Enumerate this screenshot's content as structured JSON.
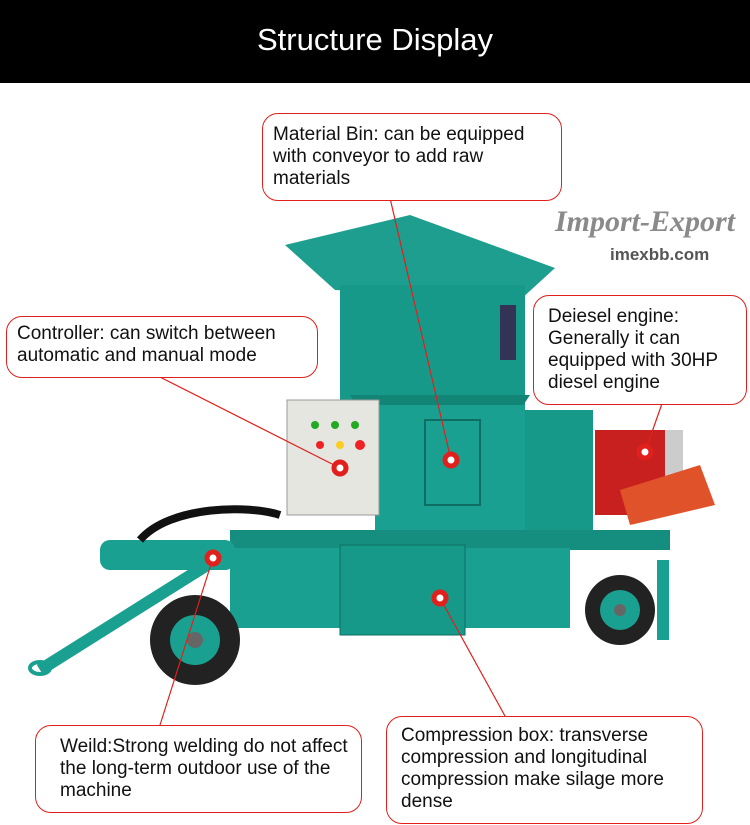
{
  "header": {
    "title": "Structure Display"
  },
  "callouts": {
    "material_bin": "Material Bin: can be equipped with conveyor to add raw materials",
    "controller": "Controller: can switch between automatic and manual mode",
    "engine": "Deiesel engine: Generally it can equipped with 30HP diesel engine",
    "weld": "Weild:Strong welding do not affect the long-term outdoor use of the machine",
    "compression": "Compression box: transverse compression and longitudinal compression make silage more dense"
  },
  "watermark": {
    "brand": "Import-Export",
    "site": "imexbb.com"
  },
  "colors": {
    "machine": "#17998a",
    "accent": "#e0201c",
    "engine": "#c8201e"
  }
}
